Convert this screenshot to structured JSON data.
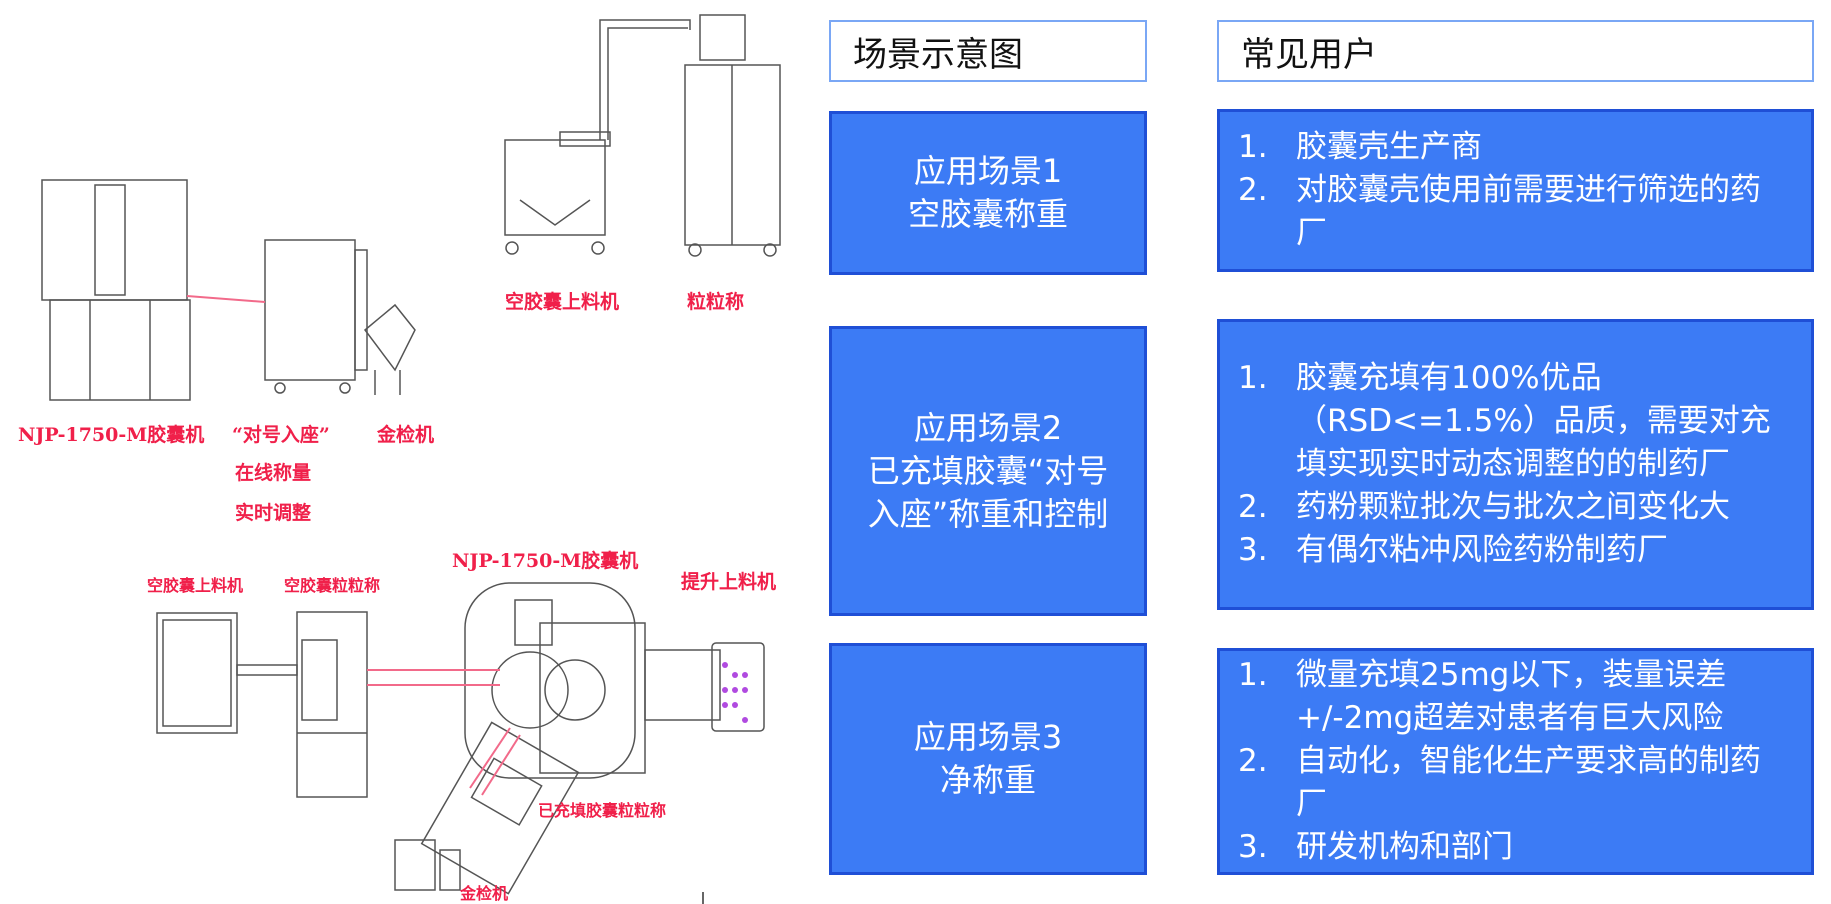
{
  "headers": {
    "scene": "场景示意图",
    "users": "常见用户"
  },
  "scenarios": [
    {
      "lines": [
        "应用场景1",
        "空胶囊称重"
      ]
    },
    {
      "lines": [
        "应用场景2",
        "已充填胶囊“对号",
        "入座”称重和控制"
      ]
    },
    {
      "lines": [
        "应用场景3",
        "净称重"
      ]
    }
  ],
  "users": [
    {
      "items": [
        {
          "num": "1.",
          "text": "胶囊壳生产商"
        },
        {
          "num": "2.",
          "text": "对胶囊壳使用前需要进行筛选的药厂"
        }
      ]
    },
    {
      "items": [
        {
          "num": "1.",
          "text": "胶囊充填有100%优品（RSD<=1.5%）品质，需要对充填实现实时动态调整的的制药厂"
        },
        {
          "num": "2.",
          "text": "药粉颗粒批次与批次之间变化大"
        },
        {
          "num": "3.",
          "text": "有偶尔粘冲风险药粉制药厂"
        }
      ]
    },
    {
      "items": [
        {
          "num": "1.",
          "text": "微量充填25mg以下，装量误差+/-2mg超差对患者有巨大风险"
        },
        {
          "num": "2.",
          "text": "自动化，智能化生产要求高的制药厂"
        },
        {
          "num": "3.",
          "text": "研发机构和部门"
        }
      ]
    }
  ],
  "diagram_labels": {
    "top_feeder": "空胶囊上料机",
    "top_scale": "粒粒称",
    "machine": "NJP-1750-M胶囊机",
    "match": "“对号入座”",
    "online": "在线称量",
    "realtime": "实时调整",
    "metal_detector": "金检机",
    "low_feeder": "空胶囊上料机",
    "low_empty_scale": "空胶囊粒粒称",
    "low_machine": "NJP-1750-M胶囊机",
    "lift_feeder": "提升上料机",
    "filled_scale": "已充填胶囊粒粒称",
    "low_metal": "金检机"
  }
}
